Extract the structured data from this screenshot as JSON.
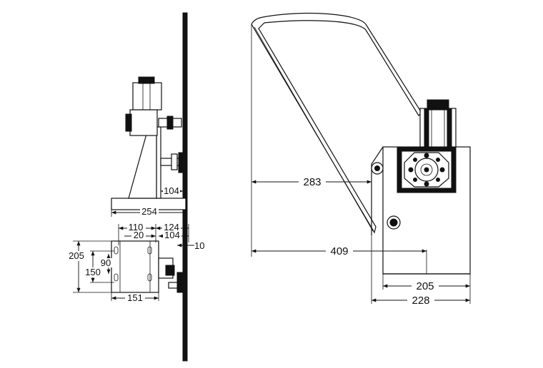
{
  "drawing": {
    "views": [
      "side-view",
      "bottom-view",
      "front-view"
    ],
    "colors": {
      "line": "#111111",
      "background": "#ffffff"
    }
  },
  "side_view": {
    "dims": {
      "top_offset": "104",
      "overall_width": "254"
    }
  },
  "bottom_view": {
    "dims": {
      "upper_left": "110",
      "upper_right": "124",
      "inner_left": "20",
      "inner_right": "104",
      "offset": "10",
      "overall_height": "205",
      "mounting_span": "150",
      "slot_span": "90",
      "overall_width": "151"
    }
  },
  "front_view": {
    "dims": {
      "reach": "283",
      "projection": "409",
      "base_width": "205",
      "overall_width": "228"
    }
  }
}
